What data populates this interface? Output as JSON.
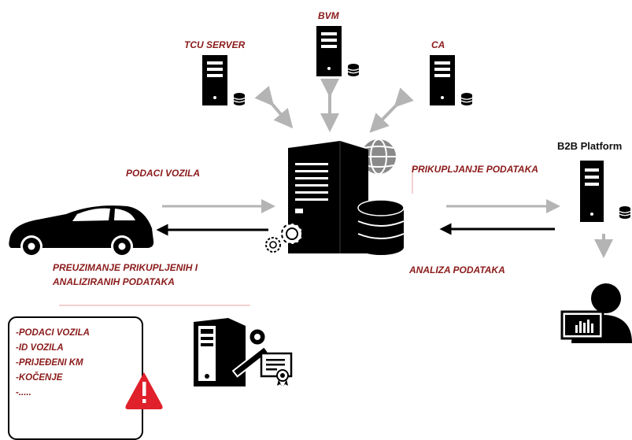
{
  "nodes": {
    "tcu_server": "TCU SERVER",
    "bvm": "BVM",
    "ca": "CA",
    "b2b_platform": "B2B Platform"
  },
  "flows": {
    "vehicle_data": "PODACI VOZILA",
    "data_collection": "PRIKUPLJANJE PODATAKA",
    "retrieval_line1": "PREUZIMANJE PRIKUPLJENIH I",
    "retrieval_line2": "ANALIZIRANIH PODATAKA",
    "data_analysis": "ANALIZA PODATAKA"
  },
  "data_box": {
    "items": [
      "-PODACI VOZILA",
      "-ID VOZILA",
      "-PRIJEĐENI KM",
      "-KOČENJE",
      "-....."
    ]
  },
  "icons": [
    "server-icon",
    "database-icon",
    "globe-icon",
    "gears-icon",
    "car-icon",
    "user-monitor-icon",
    "key-server-icon",
    "certificate-icon",
    "warning-icon"
  ],
  "colors": {
    "label_red": "#8b1a1a",
    "arrow_gray": "#b4b4b4",
    "arrow_black": "#000000",
    "warning_red": "#e0202a",
    "divider_red": "#e8a0a0"
  }
}
